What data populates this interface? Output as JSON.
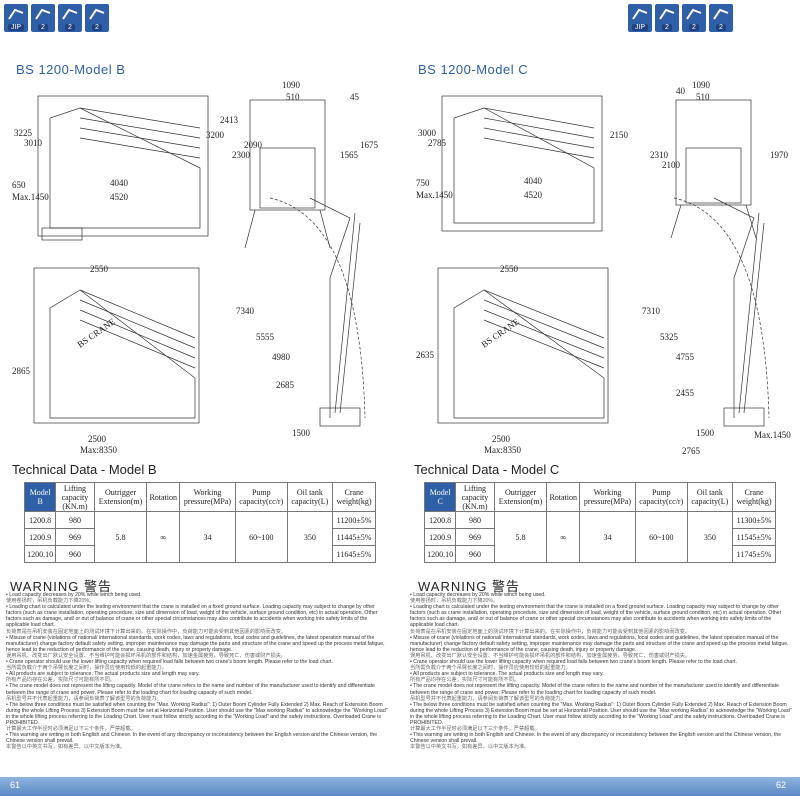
{
  "header": {
    "icons_left": [
      {
        "name": "jip-logo-icon",
        "label": "JIP"
      },
      {
        "name": "crane-icon",
        "label": "2"
      },
      {
        "name": "hook-icon",
        "label": "2"
      },
      {
        "name": "winch-icon",
        "label": "2"
      }
    ],
    "icons_right": [
      {
        "name": "jip-logo-icon",
        "label": "JIP"
      },
      {
        "name": "crane-icon",
        "label": "2"
      },
      {
        "name": "hook-icon",
        "label": "2"
      },
      {
        "name": "winch-icon",
        "label": "2"
      }
    ]
  },
  "left": {
    "model_title": "BS 1200-Model B",
    "dims": {
      "d1090": "1090",
      "d510": "510",
      "d45": "45",
      "d3225": "3225",
      "d3010": "3010",
      "d2413": "2413",
      "d3200": "3200",
      "d2300": "2300",
      "d2090": "2090",
      "d1565": "1565",
      "d1675": "1675",
      "d650": "650",
      "d1450": "Max.1450",
      "d4040": "4040",
      "d4520": "4520",
      "d2550": "2550",
      "d7340": "7340",
      "d5555": "5555",
      "d4980": "4980",
      "d2865": "2865",
      "d2685": "2685",
      "d2500": "2500",
      "d8350": "Max:8350",
      "d1500": "1500",
      "brand": "BS CRANE"
    },
    "tech_title": "Technical Data - Model B",
    "table": {
      "headers": [
        "Model B",
        "Lifting capacity (KN.m)",
        "Outrigger Extension(m)",
        "Rotation",
        "Working pressure(MPa)",
        "Pump capacity(cc/r)",
        "Oil tank capacity(L)",
        "Crane weight(kg)"
      ],
      "rows": [
        [
          "1200.8",
          "980",
          "11200±5%"
        ],
        [
          "1200.9",
          "969",
          "11445±5%"
        ],
        [
          "1200.10",
          "960",
          "11645±5%"
        ]
      ],
      "shared": {
        "outrigger": "5.8",
        "rotation": "∞",
        "pressure": "34",
        "pump": "60~100",
        "tank": "350"
      }
    },
    "warning_title": "WARNING 警告",
    "page_no": "61"
  },
  "right": {
    "model_title": "BS 1200-Model C",
    "dims": {
      "d1090": "1090",
      "d510": "510",
      "d40": "40",
      "d3000": "3000",
      "d2785": "2785",
      "d2150": "2150",
      "d2310": "2310",
      "d2100": "2100",
      "d1970": "1970",
      "d750": "750",
      "d1450": "Max.1450",
      "d4040": "4040",
      "d4520": "4520",
      "d2550": "2550",
      "d7310": "7310",
      "d5325": "5325",
      "d4755": "4755",
      "d2635": "2635",
      "d2455": "2455",
      "d2500": "2500",
      "d8350": "Max:8350",
      "d1500": "1500",
      "d2765": "2765",
      "dmax1450": "Max.1450",
      "brand": "BS CRANE"
    },
    "tech_title": "Technical Data - Model C",
    "table": {
      "headers": [
        "Model C",
        "Lifting capacity (KN.m)",
        "Outrigger Extension(m)",
        "Rotation",
        "Working pressure(MPa)",
        "Pump capacity(cc/r)",
        "Oil tank capacity(L)",
        "Crane weight(kg)"
      ],
      "rows": [
        [
          "1200.8",
          "980",
          "11300±5%"
        ],
        [
          "1200.9",
          "969",
          "11545±5%"
        ],
        [
          "1200.10",
          "960",
          "11745±5%"
        ]
      ],
      "shared": {
        "outrigger": "5.8",
        "rotation": "∞",
        "pressure": "34",
        "pump": "60~100",
        "tank": "350"
      }
    },
    "warning_title": "WARNING 警告",
    "page_no": "62"
  },
  "warning_text": [
    {
      "en": "• Load capacity decreases by 20% while winch being used.",
      "cn": "使用卷扬时，吊机负载能力下降20%。"
    },
    {
      "en": "• Loading chart is calculated under the testing environment that the crane is installed on a fixed ground surface. Loading capacity may subject to change by other factors (such as crane installation, operating procedure, size and dimension of load, weight of the vehicle, surface ground condition, etc) in actual operation. Other factors such as damage, and/ or out of balance of crane or other special circumstances may also contribute to accidents when working into safety limits of the applicable load chart.",
      "cn": "负荷表是在吊机安装在固定地面上的测试环境下计算出来的。在实际操作中，负荷能力可能会受到其他因素的影响而改变。"
    },
    {
      "en": "• Misuse of crane (violations of national/ international standards, work codes, laws and regulations, local codes and guidelines, the latest operation manual of the manufacturer) change factory default safety setting, improper maintenance may damage the parts and structure of the crane and speed up the process metal fatigue, hence lead to the reduction of performance of the crane, causing death, injury or property damage.",
      "cn": "误用吊机、改变出厂默认安全设置、不当维护可能会损坏吊机的部件和结构，加速金属疲劳，导致死亡、伤害或财产损失。"
    },
    {
      "en": "• Crane operator should use the lower lifting capacity when required load falls between two crane's boom length. Please refer to the load chart.",
      "cn": "当所需负载介于两个吊臂长度之间时，操作员应使用较低的起重能力。"
    },
    {
      "en": "• All products are subject to tolerance. The actual products size and length may vary.",
      "cn": "所有产品均存在公差，实际尺寸可能有所不同。"
    },
    {
      "en": "• The crane model does not represent the lifting capacity. Model of the crane refers to the name and number of the manufacturer used to identify and differentiate between the range of crane and power. Please refer to the loading chart for loading capacity of such model.",
      "cn": "吊机型号并不代表起重能力，请参阅负荷表了解该型号的负荷能力。"
    },
    {
      "en": "• The below three conditions must be satisfied when counting the \"Max. Working Radius\": 1) Outer Boom Cylinder Fully Extended 2) Max. Reach of Extension Boom during the whole Lifting Process 3) Extension Boom must be set at Horizontal Position. User should use the \"Max working Radius\" to acknowledge the \"Working Load\" in the whole lifting process referring to the Loading Chart. User must follow strictly according to the \"Working Load\" and the safety instructions. Overloaded Crane is PROHIBITED.",
      "cn": "计算最大工作半径时必须满足以下三个条件，严禁超载。"
    },
    {
      "en": "• This warning are writing in both English and Chinese. In the event of any discrepancy or inconsistency between the English version and the Chinese version, the Chinese version shall prevail.",
      "cn": "本警告以中英文书写，如有差异，以中文版本为准。"
    }
  ]
}
